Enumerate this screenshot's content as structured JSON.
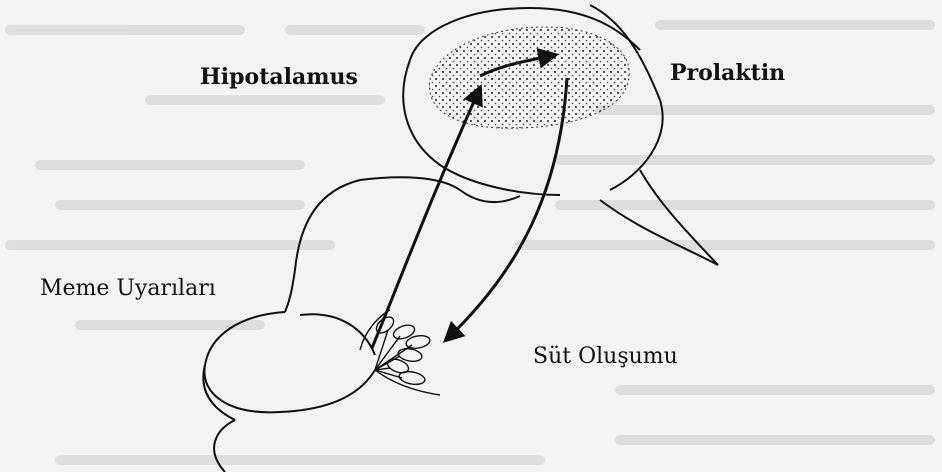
{
  "labels": {
    "hypothalamus": "Hipotalamus",
    "prolactin": "Prolaktin",
    "breast_stimuli": "Meme Uyarıları",
    "milk_production": "Süt Oluşumu"
  },
  "colors": {
    "ink": "#111111",
    "paper": "#f3f3f3",
    "faded_text": "#d3d3d3"
  }
}
